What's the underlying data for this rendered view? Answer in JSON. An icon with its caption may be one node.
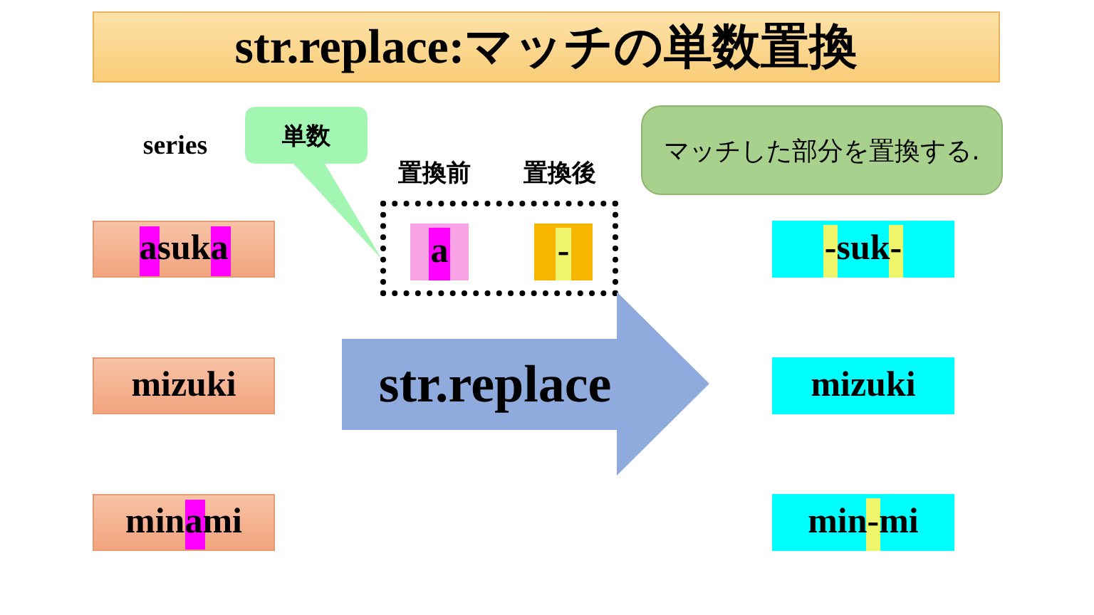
{
  "diagram": {
    "title": "str.replace:マッチの単数置換",
    "nodes": [
      {
        "text": [
          "asuka"
        ]
      },
      {
        "text": [
          "mizuki"
        ]
      },
      {
        "text": [
          "minami"
        ]
      },
      {
        "text": [
          "単数"
        ]
      },
      {
        "text": [],
        "shape": "box"
      },
      {
        "text": [
          "a"
        ],
        "in": 4
      },
      {
        "text": [
          "-"
        ],
        "in": 4
      },
      {
        "text": [
          "str.replace"
        ]
      },
      {
        "text": [
          "マッチした部分を置換する."
        ]
      },
      {
        "text": [
          "-suk-"
        ]
      },
      {
        "text": [
          "mizuki"
        ]
      },
      {
        "text": [
          "min-mi"
        ]
      }
    ],
    "labels": [
      "series",
      "置換前",
      "置換後"
    ]
  }
}
